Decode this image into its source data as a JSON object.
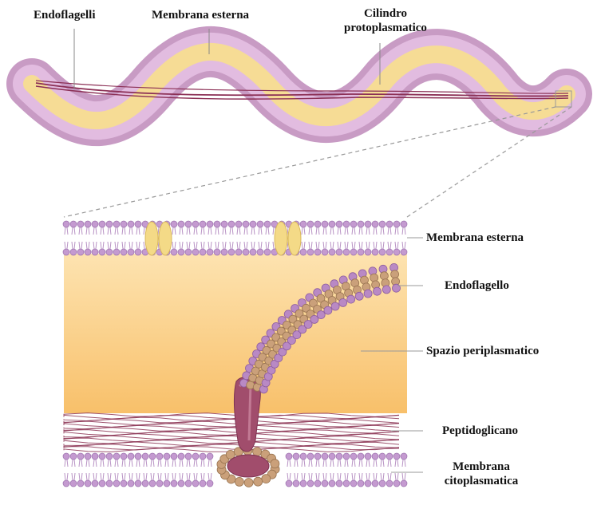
{
  "labels": {
    "endoflagelli": "Endoflagelli",
    "membrana_esterna_top": "Membrana esterna",
    "cilindro_line1": "Cilindro",
    "cilindro_line2": "protoplasmatico",
    "membrana_esterna": "Membrana esterna",
    "endoflagello": "Endoflagello",
    "spazio_periplasmatico": "Spazio periplasmatico",
    "peptidoglicano": "Peptidoglicano",
    "membrana_cito_line1": "Membrana",
    "membrana_cito_line2": "citoplasmatica"
  },
  "colors": {
    "outer_membrane": "#d7a9d3",
    "protoplasmic_cylinder": "#f6dc95",
    "endoflagellum_fiber": "#8b2f55",
    "periplasm_top": "#fde3b0",
    "periplasm_bottom": "#f8c06a",
    "phospholipid_head": "#c49ad0",
    "flagellum_bead": "#caa07a",
    "flagellum_rod": "#a14d6c",
    "peptidoglycan": "#8d3656",
    "porin": "#f4da87"
  }
}
